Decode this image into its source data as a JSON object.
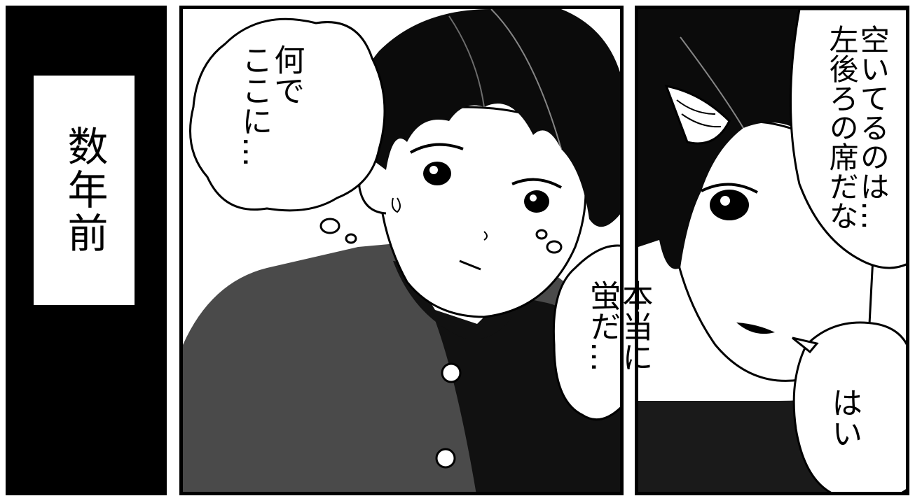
{
  "caption": {
    "text": "数年前"
  },
  "panel2": {
    "thought": "何で\nここに…"
  },
  "panel3": {
    "speech_top": "空いてるのは…\n左後ろの席だな",
    "speech_mid": "本当に\n蛍だ…",
    "speech_bottom": "はい"
  }
}
